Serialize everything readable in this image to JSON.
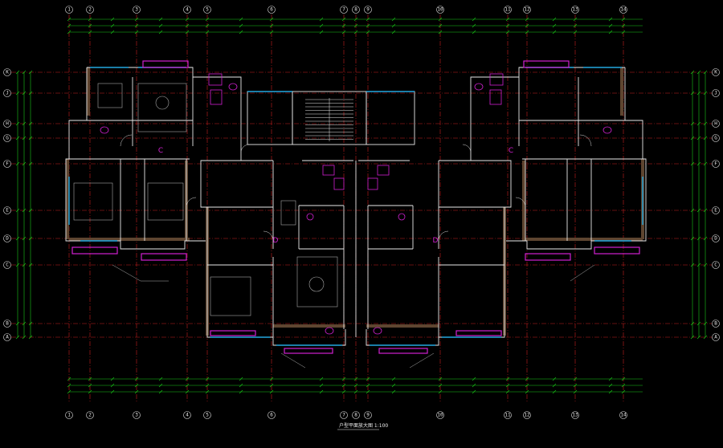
{
  "drawing": {
    "caption": "户型平面放大图 1:100",
    "scale_note": "1:100"
  },
  "axes": {
    "top_bottom": [
      "1",
      "2",
      "3",
      "4",
      "5",
      "6",
      "7",
      "8",
      "9",
      "10",
      "11",
      "12",
      "13",
      "14"
    ],
    "left_right": [
      "K",
      "J",
      "H",
      "G",
      "F",
      "E",
      "D",
      "C",
      "B",
      "A"
    ]
  },
  "rooms": {
    "zone_c_left": "C",
    "zone_c_right": "C",
    "zone_d_left": "D",
    "zone_d_right": "D"
  },
  "colors": {
    "background": "#000000",
    "walls": "#e8e8e8",
    "axis_lines": "#c81e1e",
    "dimensions": "#18c818",
    "fixtures": "#d020d0",
    "windows": "#22a8e0",
    "wall_fill": "#7a5a3c",
    "labels": "#d020d0"
  }
}
